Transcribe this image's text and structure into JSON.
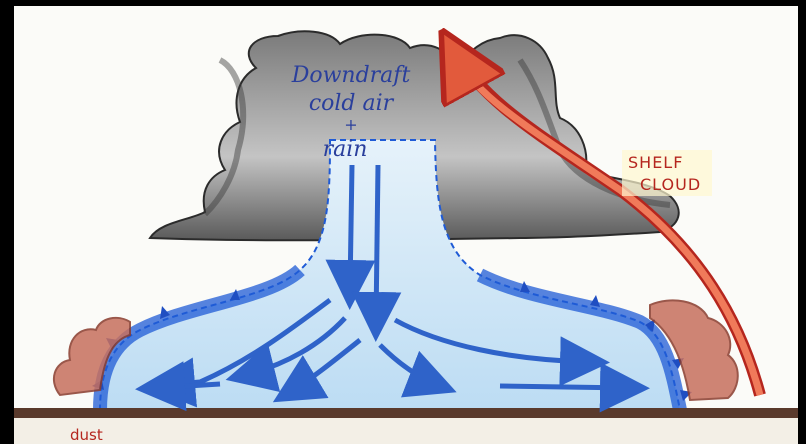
{
  "labels": {
    "downdraft_line1": "Downdraft",
    "downdraft_line2": "cold air",
    "downdraft_plus": "+",
    "downdraft_line3": "rain",
    "shelf_line1": "SHELF",
    "shelf_line2": "CLOUD",
    "dust": "dust"
  },
  "colors": {
    "cloud_dark": "#4a4a4a",
    "cloud_light": "#b9b9b9",
    "cold_air_light": "#cfe6f6",
    "cold_air_edge": "#1f5bd6",
    "arrow_blue": "#2f63c9",
    "updraft_red": "#e25a3c",
    "dust": "#b8584a",
    "ground": "#5a3a2c",
    "frame": "#000000"
  }
}
